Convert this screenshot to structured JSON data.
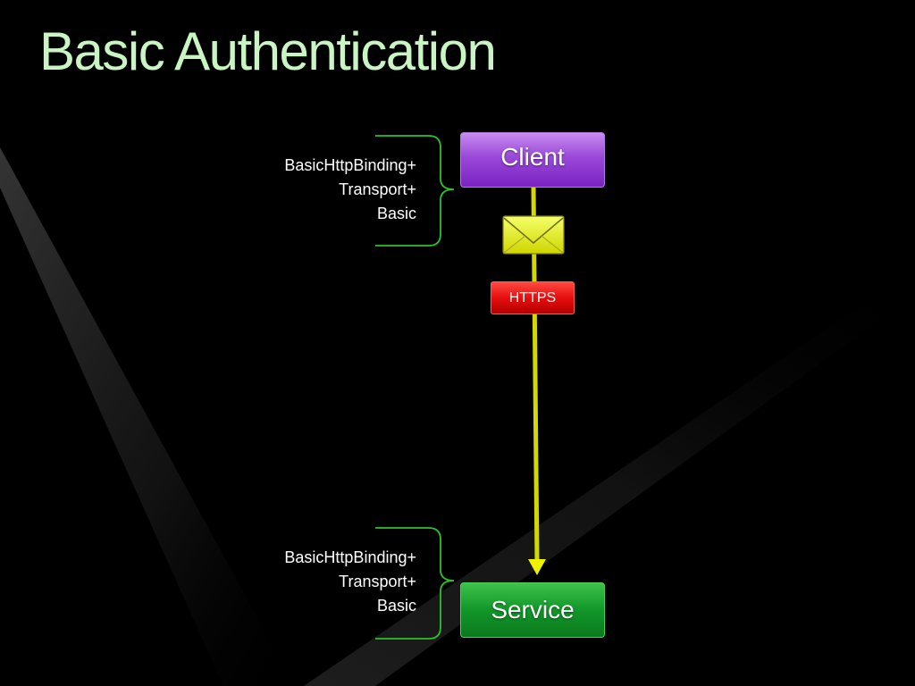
{
  "slide": {
    "title": "Basic Authentication"
  },
  "client_binding": {
    "lines": [
      "BasicHttpBinding+",
      "Transport+",
      "Basic"
    ]
  },
  "service_binding": {
    "lines": [
      "BasicHttpBinding+",
      "Transport+",
      "Basic"
    ]
  },
  "nodes": {
    "client": "Client",
    "service": "Service"
  },
  "transport_label": "HTTPS",
  "message_icon": "envelope-icon",
  "colors": {
    "title": "#c8f5c2",
    "client": "#9a48d8",
    "service": "#12962a",
    "https": "#e60e0e",
    "connector": "#d4d800",
    "brace": "#2fbf2f",
    "envelope": "#e8f000"
  }
}
